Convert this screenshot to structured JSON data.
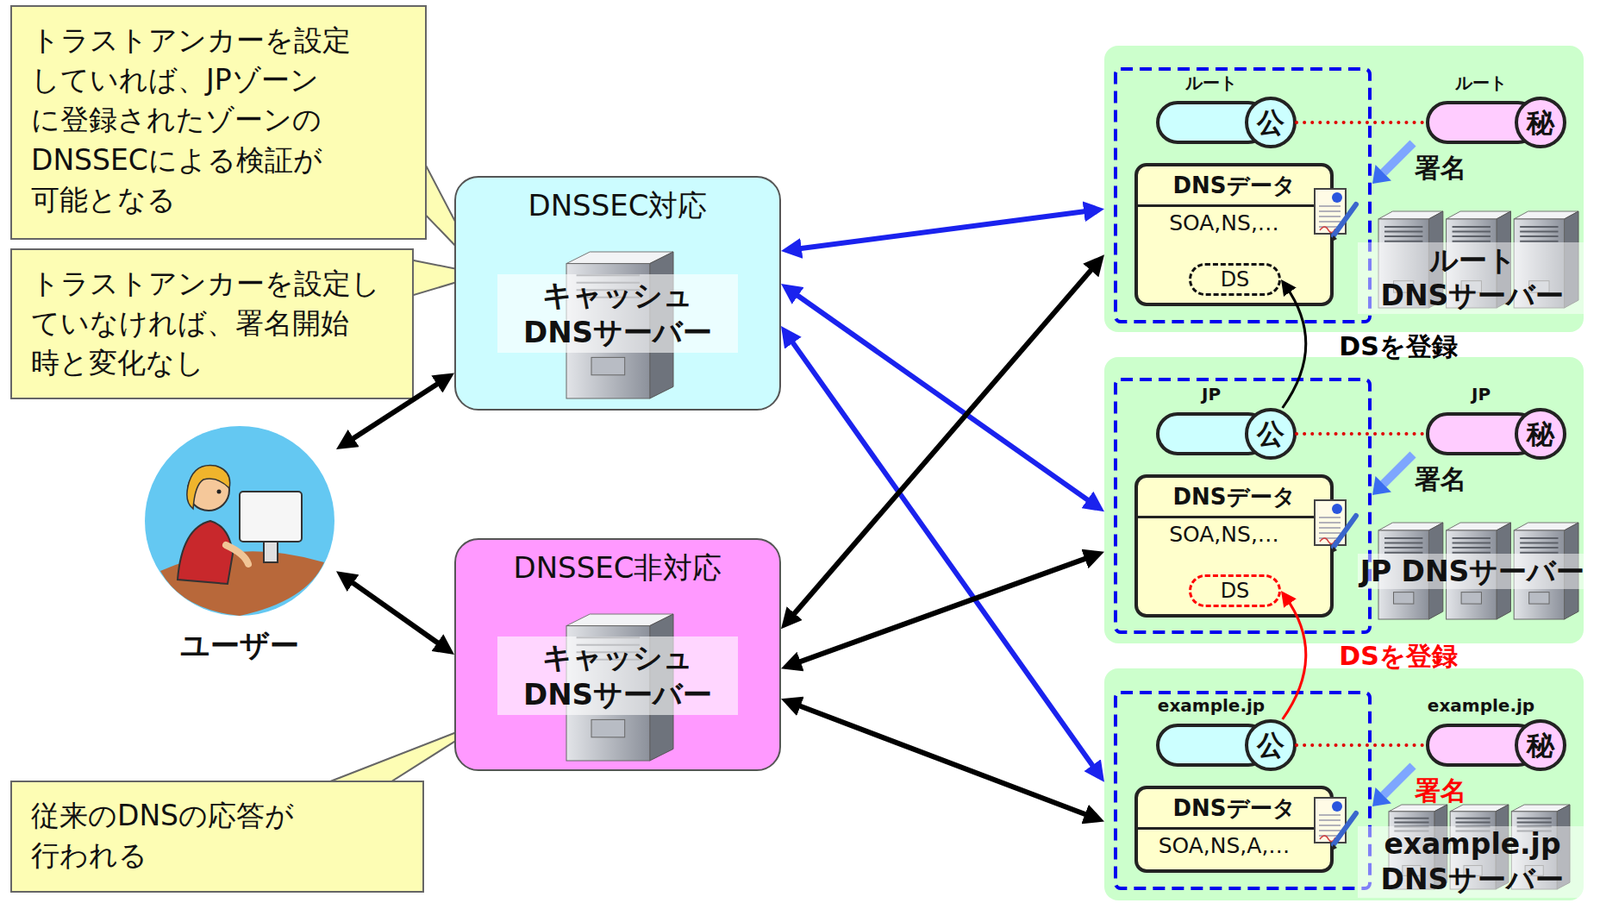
{
  "diagram": {
    "nodes": [
      {
        "text": [
          "トラストアンカーを設定 していれば、JPゾーン に登録されたゾーンの DNSSECによる検証が 可能となる"
        ]
      },
      {
        "text": [
          "トラストアンカーを設定し ていなければ、署名開始 時と変化なし"
        ]
      },
      {
        "text": [
          "DNSSEC対応",
          "キャッシュ DNSサーバー"
        ]
      },
      {
        "text": [
          "ユーザー"
        ]
      },
      {
        "text": [
          "DNSSEC非対応",
          "キャッシュ DNSサーバー"
        ]
      },
      {
        "text": [
          "従来のDNSの応答が 行われる"
        ]
      },
      {
        "text": [
          "ルート DNSサーバー"
        ]
      },
      {
        "text": [
          "ルート",
          "公"
        ],
        "in": 6
      },
      {
        "text": [
          "ルート",
          "秘"
        ],
        "in": 6
      },
      {
        "text": [
          "DNSデータ",
          "SOA,NS,…"
        ],
        "in": 6
      },
      {
        "text": [
          "DS"
        ],
        "in": 9
      },
      {
        "text": [
          "JP DNSサーバー"
        ]
      },
      {
        "text": [
          "JP",
          "公"
        ],
        "in": 11
      },
      {
        "text": [
          "JP",
          "秘"
        ],
        "in": 11
      },
      {
        "text": [
          "DNSデータ",
          "SOA,NS,…"
        ],
        "in": 11
      },
      {
        "text": [
          "DS"
        ],
        "in": 14
      },
      {
        "text": [
          "example.jp DNSサーバー"
        ]
      },
      {
        "text": [
          "example.jp",
          "公"
        ],
        "in": 16
      },
      {
        "text": [
          "example.jp",
          "秘"
        ],
        "in": 16
      },
      {
        "text": [
          "DNSデータ",
          "SOA,NS,A,…"
        ],
        "in": 16
      }
    ],
    "edges": [
      {
        "from": 3,
        "to": 2,
        "arrow": "both"
      },
      {
        "from": 3,
        "to": 4,
        "arrow": "both"
      },
      {
        "from": 2,
        "to": 6,
        "arrow": "both"
      },
      {
        "from": 2,
        "to": 11,
        "arrow": "both"
      },
      {
        "from": 2,
        "to": 16,
        "arrow": "both"
      },
      {
        "from": 4,
        "to": 6,
        "arrow": "both"
      },
      {
        "from": 4,
        "to": 11,
        "arrow": "both"
      },
      {
        "from": 4,
        "to": 16,
        "arrow": "both"
      },
      {
        "from": 7,
        "to": 8,
        "arrow": "none"
      },
      {
        "from": 12,
        "to": 13,
        "arrow": "none"
      },
      {
        "from": 17,
        "to": 18,
        "arrow": "none"
      },
      {
        "from": 12,
        "to": 10,
        "arrow": "to",
        "label": "DSを登録"
      },
      {
        "from": 17,
        "to": 15,
        "arrow": "to",
        "label": "DSを登録"
      }
    ],
    "labels": [
      "署名",
      "署名",
      "署名"
    ]
  }
}
